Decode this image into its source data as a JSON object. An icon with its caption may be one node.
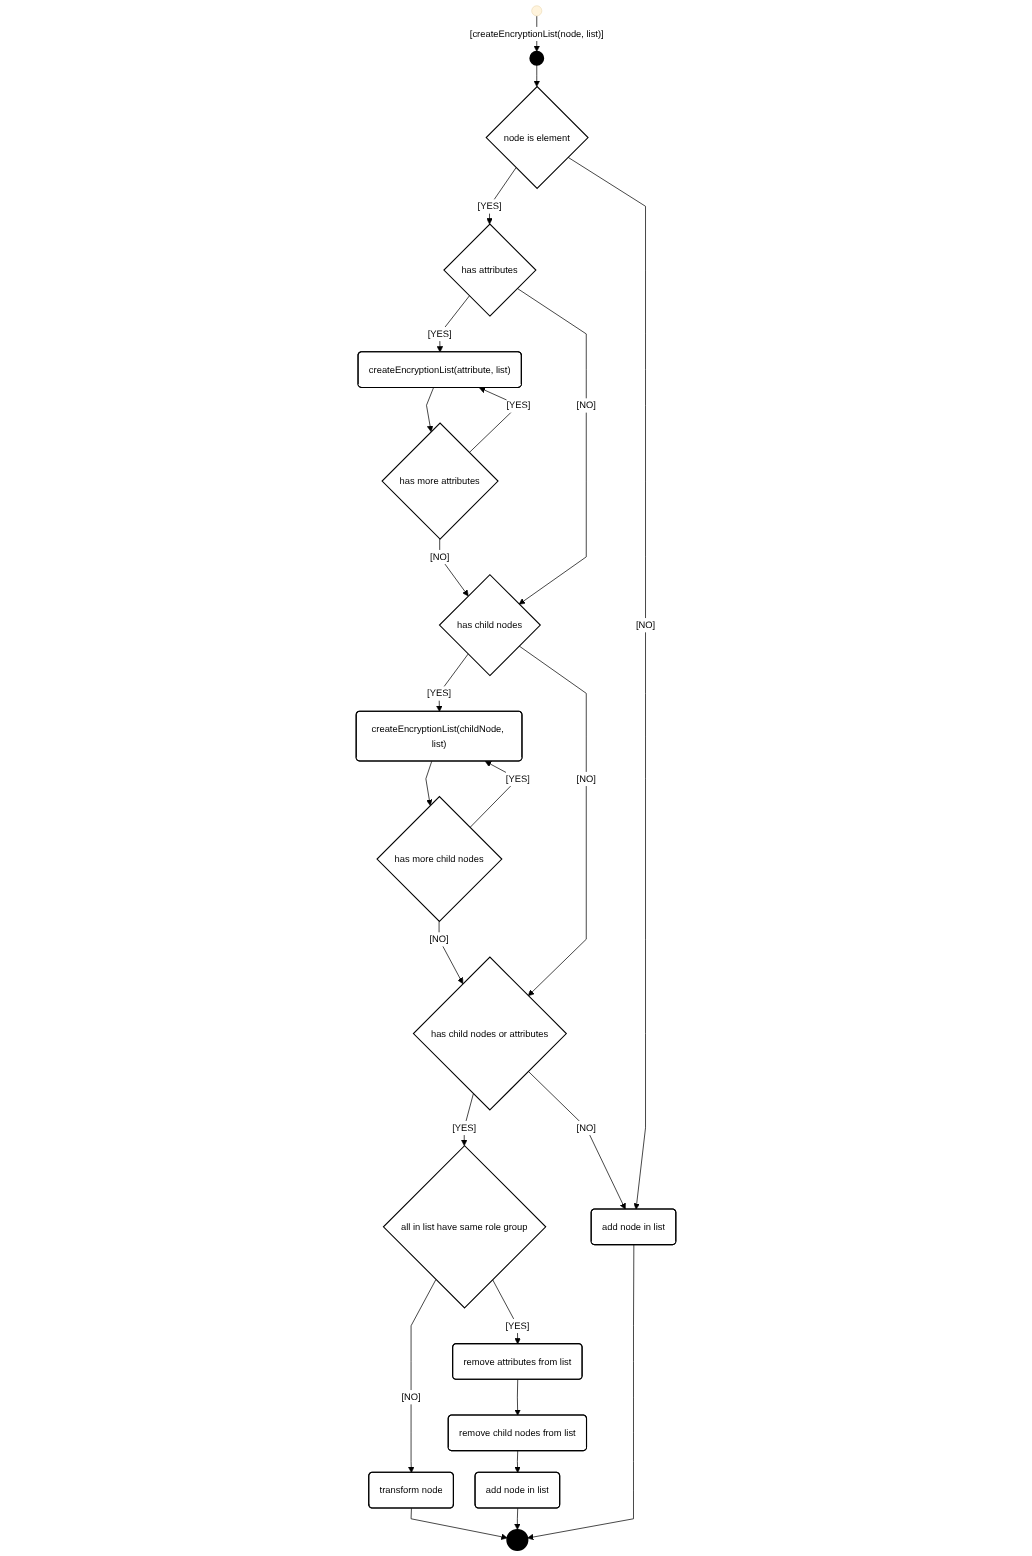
{
  "diagram": {
    "nodes": [
      {
        "text": [],
        "shape": "circle"
      },
      {
        "text": [
          "node is element"
        ]
      },
      {
        "text": [
          "has attributes"
        ]
      },
      {
        "text": [
          "createEncryptionList(attribute, list)"
        ]
      },
      {
        "text": [
          "has more attributes"
        ]
      },
      {
        "text": [
          "has child nodes"
        ]
      },
      {
        "text": [
          "createEncryptionList(childNode, list)"
        ]
      },
      {
        "text": [
          "has more child nodes"
        ]
      },
      {
        "text": [
          "has child nodes or attributes"
        ]
      },
      {
        "text": [
          "all in list have same role group"
        ]
      },
      {
        "text": [
          "add node in list"
        ]
      },
      {
        "text": [
          "transform node"
        ]
      },
      {
        "text": [
          "remove attributes from list"
        ]
      },
      {
        "text": [
          "remove child nodes from list"
        ]
      },
      {
        "text": [
          "add node in list"
        ]
      },
      {
        "text": [],
        "shape": "circle"
      }
    ],
    "edges": [
      {
        "from": null,
        "to": 0,
        "arrow": "to",
        "label": "[createEncryptionList(node, list)]"
      },
      {
        "from": 0,
        "to": 1,
        "arrow": "to"
      },
      {
        "from": 1,
        "to": 2,
        "arrow": "to",
        "label": "[YES]"
      },
      {
        "from": 1,
        "to": 10,
        "arrow": "to",
        "label": "[NO]"
      },
      {
        "from": 2,
        "to": 3,
        "arrow": "to",
        "label": "[YES]"
      },
      {
        "from": 3,
        "to": 4,
        "arrow": "to"
      },
      {
        "from": 4,
        "to": 3,
        "arrow": "to",
        "label": "[YES]"
      },
      {
        "from": 2,
        "to": 5,
        "arrow": "to",
        "label": "[NO]"
      },
      {
        "from": 4,
        "to": 5,
        "arrow": "to",
        "label": "[NO]"
      },
      {
        "from": 5,
        "to": 6,
        "arrow": "to",
        "label": "[YES]"
      },
      {
        "from": 6,
        "to": 7,
        "arrow": "to"
      },
      {
        "from": 7,
        "to": 6,
        "arrow": "to",
        "label": "[YES]"
      },
      {
        "from": 5,
        "to": 8,
        "arrow": "to",
        "label": "[NO]"
      },
      {
        "from": 7,
        "to": 8,
        "arrow": "to",
        "label": "[NO]"
      },
      {
        "from": 8,
        "to": 9,
        "arrow": "to",
        "label": "[YES]"
      },
      {
        "from": 8,
        "to": 10,
        "arrow": "to",
        "label": "[NO]"
      },
      {
        "from": 9,
        "to": 11,
        "arrow": "to",
        "label": "[NO]"
      },
      {
        "from": 9,
        "to": 12,
        "arrow": "to",
        "label": "[YES]"
      },
      {
        "from": 12,
        "to": 13,
        "arrow": "to"
      },
      {
        "from": 13,
        "to": 14,
        "arrow": "to"
      },
      {
        "from": 11,
        "to": 15,
        "arrow": "to"
      },
      {
        "from": 14,
        "to": 15,
        "arrow": "to"
      },
      {
        "from": 10,
        "to": 15,
        "arrow": "to"
      }
    ]
  }
}
